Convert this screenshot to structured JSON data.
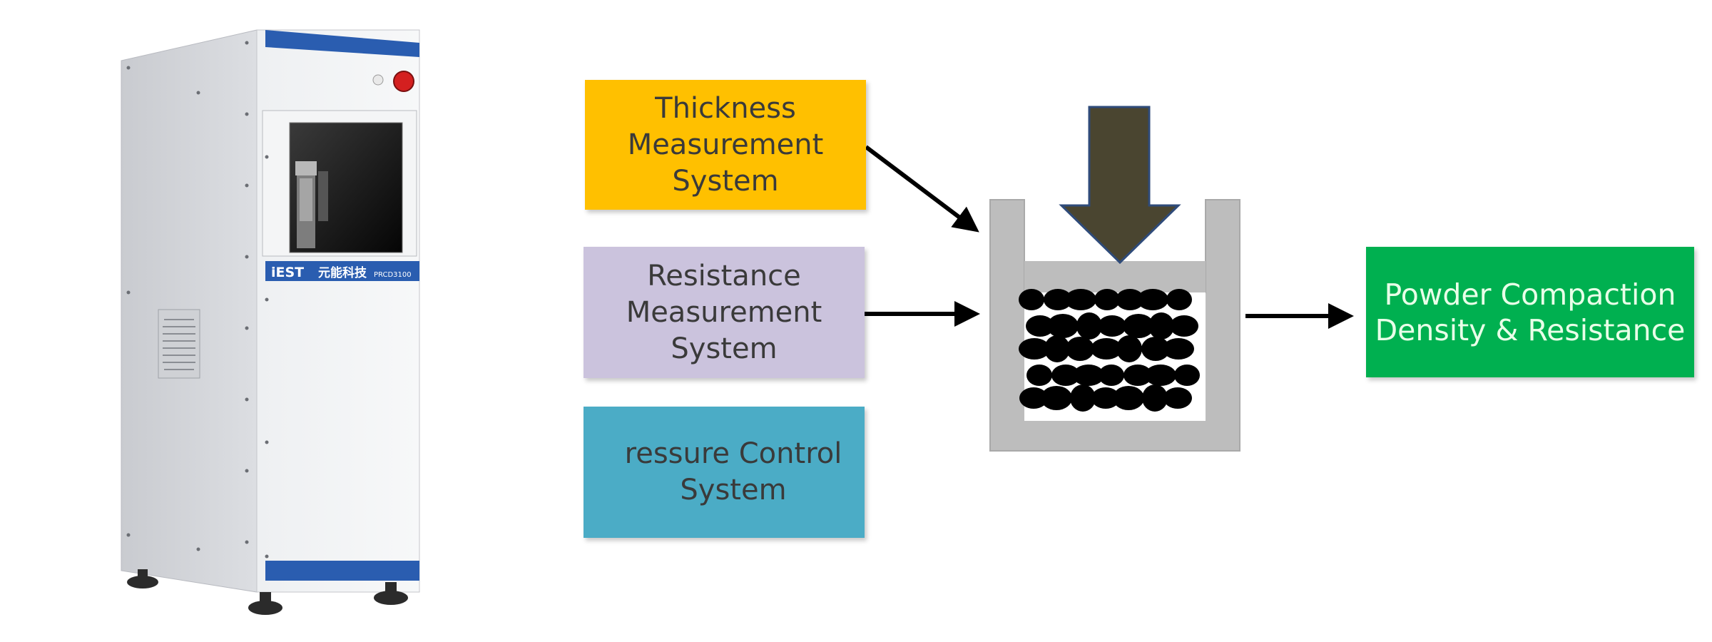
{
  "machine": {
    "brand_logo": "iEST",
    "brand_name_cn": "元能科技",
    "model": "PRCD3100",
    "colors": {
      "body": "#dfe0e4",
      "band": "#2a5db0",
      "button": "#d42020"
    }
  },
  "diagram": {
    "inputs": [
      {
        "label": "Thickness\nMeasurement\nSystem",
        "color": "#ffc000"
      },
      {
        "label": "Resistance\nMeasurement\nSystem",
        "color": "#cbc3dd"
      },
      {
        "label": "ressure Control\nSystem",
        "color": "#4bacc6"
      }
    ],
    "press": {
      "arrow_color": "#4a4530",
      "container_color": "#bdbdbd",
      "particle_color": "#000000",
      "icon": "powder-press-icon"
    },
    "output": {
      "label": "Powder Compaction\nDensity & Resistance",
      "color": "#00b050"
    }
  }
}
